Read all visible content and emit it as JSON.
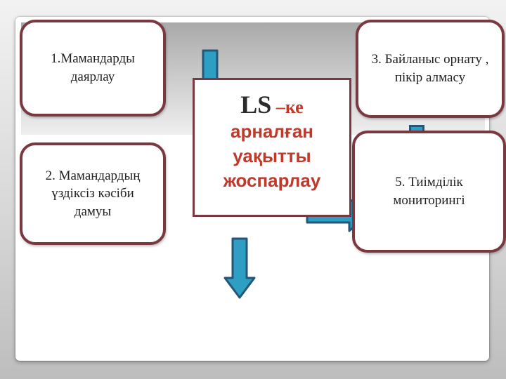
{
  "colors": {
    "box_border": "#7a3840",
    "arrow_fill": "#2e9ec3",
    "arrow_stroke": "#24567a",
    "center_text": "#c0392b"
  },
  "diagram": {
    "center": {
      "abbr": "LS",
      "suffix": " –ке",
      "lines": [
        "арналған",
        "уақытты",
        "жоспарлау"
      ]
    },
    "boxes": {
      "b1": "1.Мамандарды даярлау",
      "b2": "2. Мамандардың үздіксіз кәсіби дамуы",
      "b3": "3. Байланыс орнату , пікір алмасу",
      "b5": "5. Тиімділік мониторингі"
    }
  }
}
